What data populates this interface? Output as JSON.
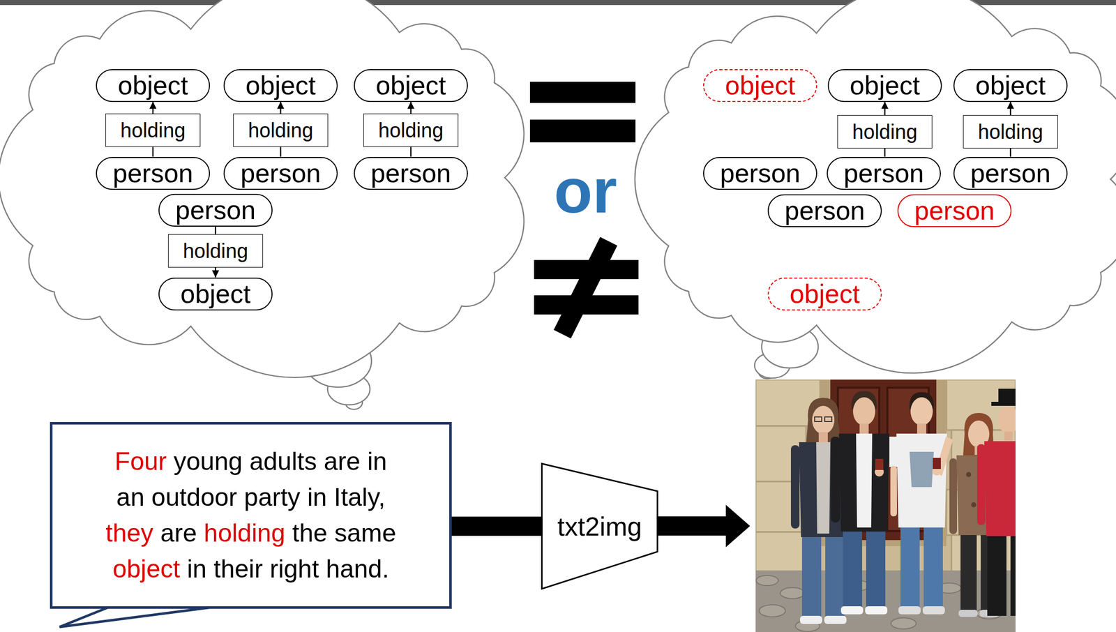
{
  "diagram": {
    "nodes": [
      {
        "text": [
          "object"
        ]
      },
      {
        "text": [
          "object"
        ]
      },
      {
        "text": [
          "object"
        ]
      },
      {
        "text": [
          "holding"
        ]
      },
      {
        "text": [
          "holding"
        ]
      },
      {
        "text": [
          "holding"
        ]
      },
      {
        "text": [
          "person"
        ]
      },
      {
        "text": [
          "person"
        ]
      },
      {
        "text": [
          "person"
        ]
      },
      {
        "text": [
          "person"
        ]
      },
      {
        "text": [
          "holding"
        ]
      },
      {
        "text": [
          "object"
        ]
      },
      {
        "text": [
          "object"
        ]
      },
      {
        "text": [
          "object"
        ]
      },
      {
        "text": [
          "object"
        ]
      },
      {
        "text": [
          "holding"
        ]
      },
      {
        "text": [
          "holding"
        ]
      },
      {
        "text": [
          "person"
        ]
      },
      {
        "text": [
          "person"
        ]
      },
      {
        "text": [
          "person"
        ]
      },
      {
        "text": [
          "person"
        ]
      },
      {
        "text": [
          "person"
        ]
      },
      {
        "text": [
          "object"
        ]
      },
      {
        "text": [
          "Four young adults are in an outdoor party in Italy, they are holding the same object in their right hand."
        ]
      },
      {
        "text": [
          "txt2img"
        ]
      }
    ],
    "edges": [
      {
        "from": 3,
        "to": 0,
        "arrow": "to"
      },
      {
        "from": 6,
        "to": 3,
        "arrow": "none"
      },
      {
        "from": 4,
        "to": 1,
        "arrow": "to"
      },
      {
        "from": 7,
        "to": 4,
        "arrow": "none"
      },
      {
        "from": 5,
        "to": 2,
        "arrow": "to"
      },
      {
        "from": 8,
        "to": 5,
        "arrow": "none"
      },
      {
        "from": 9,
        "to": 10,
        "arrow": "none"
      },
      {
        "from": 10,
        "to": 11,
        "arrow": "to"
      },
      {
        "from": 15,
        "to": 13,
        "arrow": "to"
      },
      {
        "from": 18,
        "to": 15,
        "arrow": "none"
      },
      {
        "from": 16,
        "to": 14,
        "arrow": "to"
      },
      {
        "from": 19,
        "to": 16,
        "arrow": "none"
      },
      {
        "from": 23,
        "to": 24,
        "arrow": "none"
      }
    ],
    "labels": [
      "or"
    ]
  }
}
